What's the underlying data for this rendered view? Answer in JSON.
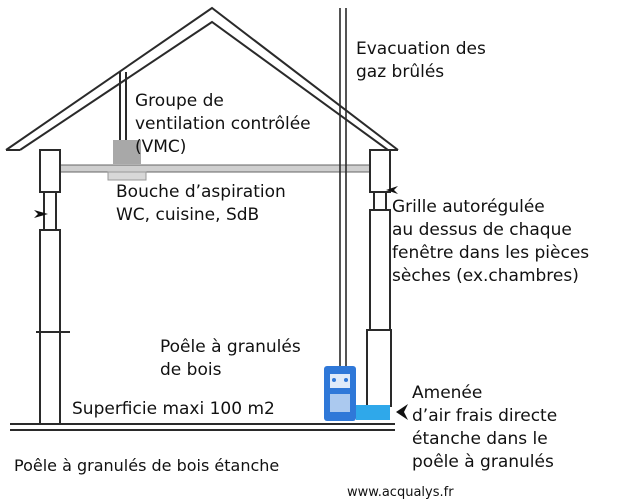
{
  "labels": {
    "flue": "Evacuation des\ngaz brûlés",
    "vmc_unit": "Groupe de\nventilation contrôlée\n (VMC)",
    "extract_vent": "Bouche d’aspiration\nWC, cuisine, SdB",
    "window_grille": "Grille autorégulée\nau dessus de chaque\nfenêtre dans les pièces\nsèches (ex.chambres)",
    "stove": "Poêle à granulés\nde bois",
    "floor_area": "Superficie maxi 100 m2",
    "air_intake": "Amenée\nd’air frais directe\nétanche dans le\npoêle à granulés",
    "caption": "Poêle à granulés de bois étanche",
    "website": "www.acqualys.fr"
  },
  "colors": {
    "line": "#2a2a2a",
    "wall_fill": "#ffffff",
    "ceiling": "#cfcfcf",
    "vmc_box": "#a8a8a8",
    "stove_body": "#2f78d8",
    "air_duct": "#2fa8ea",
    "arrow": "#111111"
  },
  "icons": {
    "arrow": "black-arrow-icon",
    "stove": "pellet-stove-icon"
  }
}
